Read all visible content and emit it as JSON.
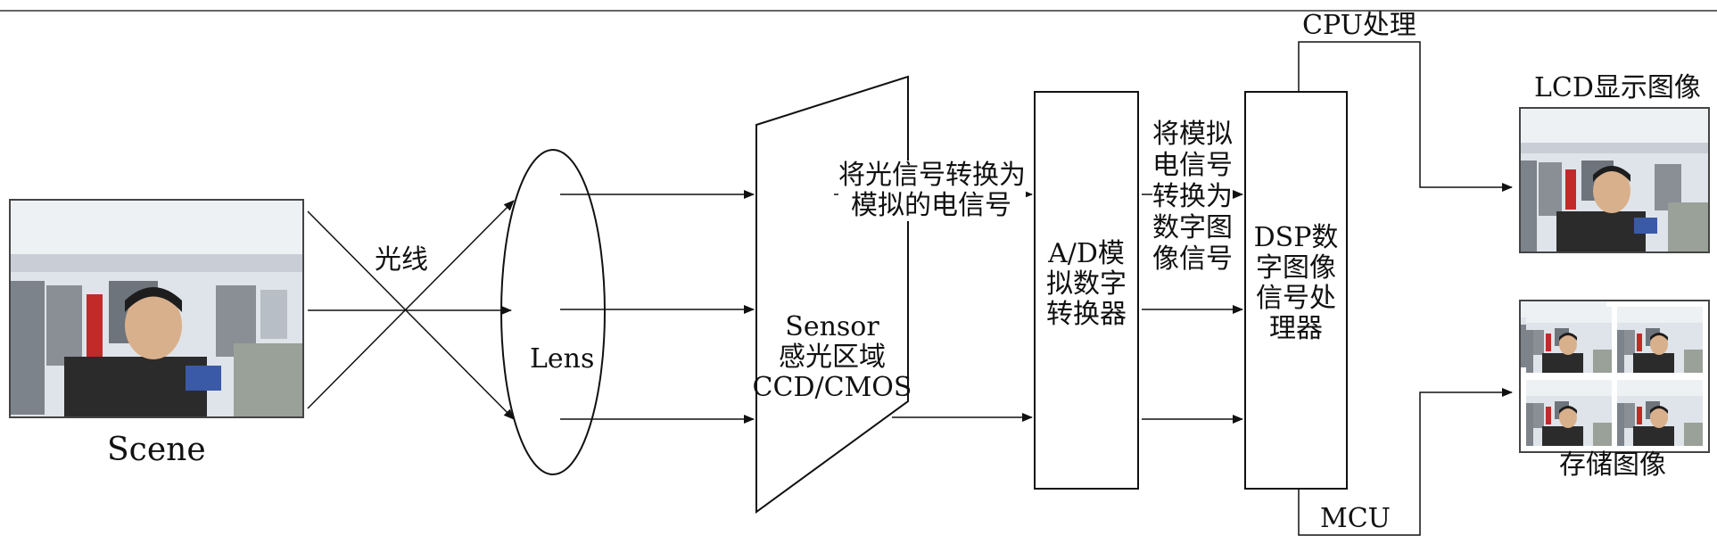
{
  "labels": {
    "scene": "Scene",
    "light": "光线",
    "lens": "Lens",
    "sensor_line1": "Sensor",
    "sensor_line2": "感光区域",
    "sensor_line3": "CCD/CMOS",
    "sensor_note_line1": "将光信号转换为",
    "sensor_note_line2": "模拟的电信号",
    "adc_line1": "A/D模",
    "adc_line2": "拟数字",
    "adc_line3": "转换器",
    "adc_note_line1": "将模拟",
    "adc_note_line2": "电信号",
    "adc_note_line3": "转换为",
    "adc_note_line4": "数字图",
    "adc_note_line5": "像信号",
    "dsp_line1": "DSP数",
    "dsp_line2": "字图像",
    "dsp_line3": "信号处",
    "dsp_line4": "理器",
    "cpu": "CPU处理",
    "mcu": "MCU",
    "lcd": "LCD显示图像",
    "storage": "存储图像"
  },
  "colors": {
    "line": "#111111",
    "wall": "#dfe4ea",
    "partition_red": "#c22a2a",
    "partition_grey": "#8a8f96",
    "dark": "#2b2b2b"
  }
}
